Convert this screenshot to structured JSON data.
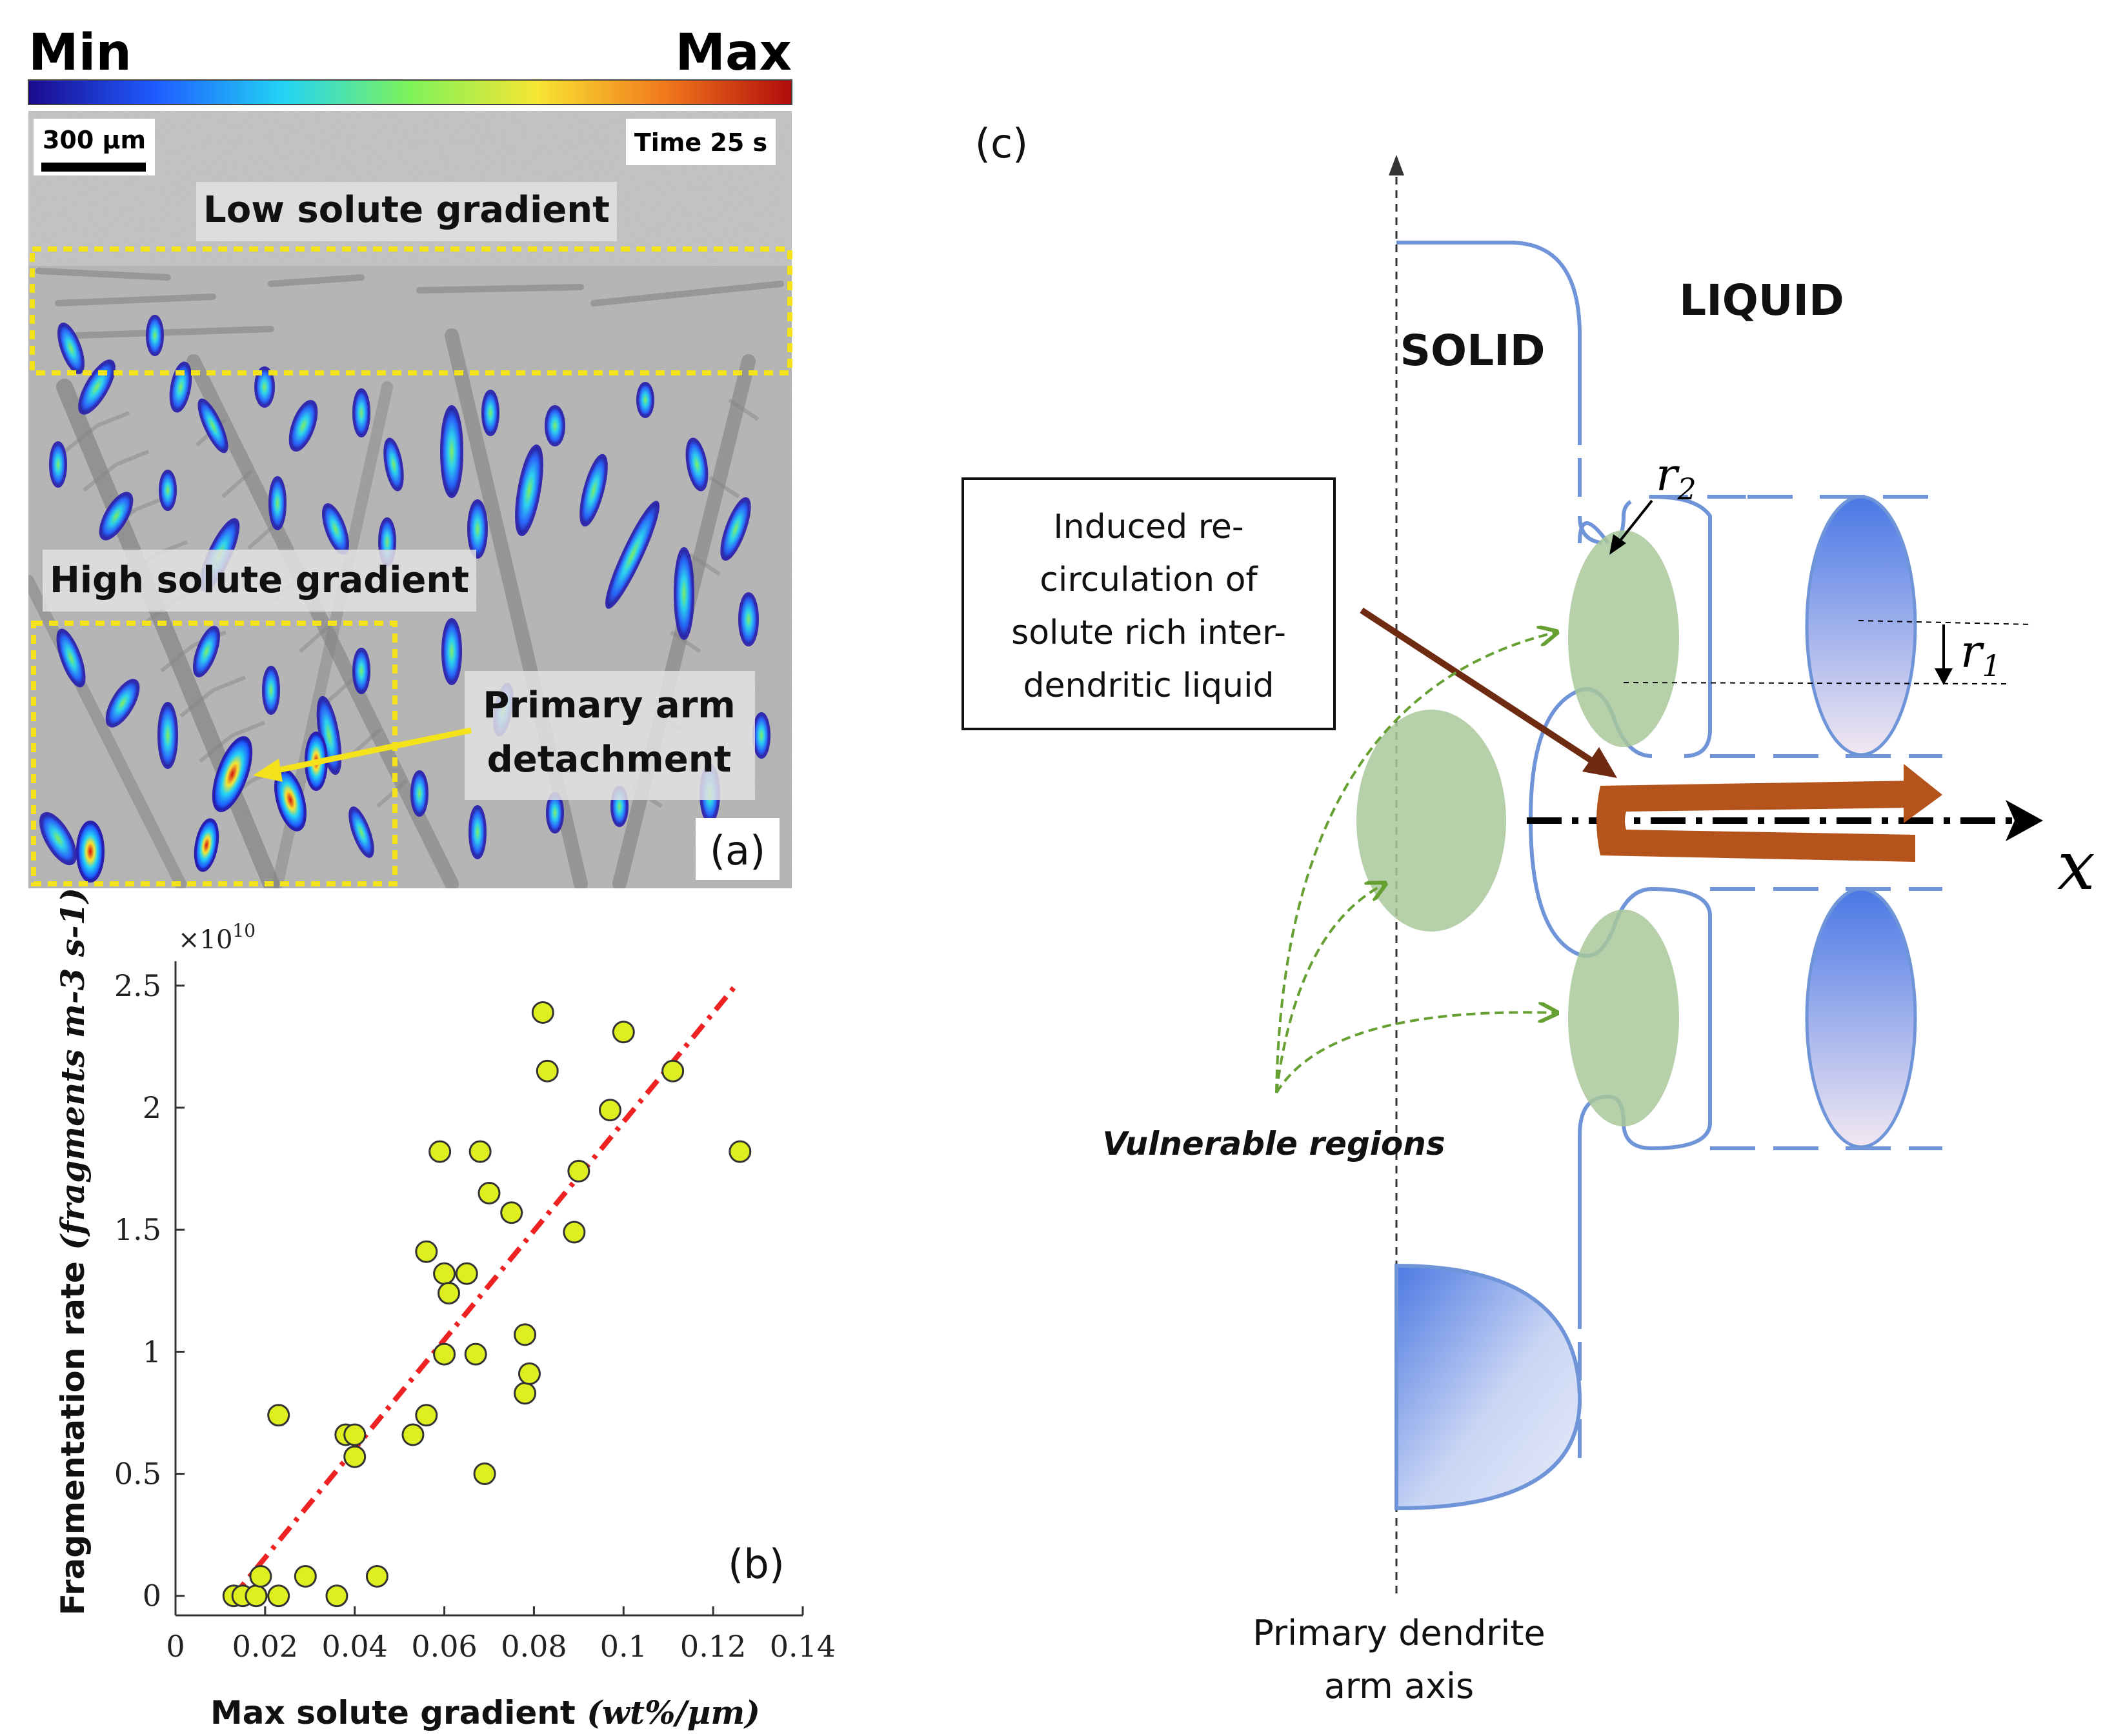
{
  "panel_a": {
    "colorbar": {
      "min_label": "Min",
      "max_label": "Max",
      "colors": [
        "#1a0a8c",
        "#1f5cff",
        "#22d3f5",
        "#7ef35a",
        "#f7e533",
        "#f2791c",
        "#b00b0b"
      ]
    },
    "scalebar_label": "300 µm",
    "time_label": "Time 25 s",
    "low_gradient_label": "Low solute gradient",
    "high_gradient_label": "High solute gradient",
    "detachment_label_line1": "Primary arm",
    "detachment_label_line2": "detachment",
    "panel_label": "(a)",
    "box_color": "#f4e21a",
    "arrow_color": "#f4e21a"
  },
  "panel_b": {
    "panel_label": "(b)",
    "point_color": "#dfee1e",
    "fit_color": "#ee2222",
    "chart_data": {
      "type": "scatter",
      "xlabel": "Max solute gradient (wt%/µm)",
      "xlabel_main": "Max solute gradient ",
      "xlabel_unit": "(wt%/µm)",
      "ylabel": "Fragmentation rate (fragments m-3 s-1)",
      "ylabel_main": "Fragmentation rate ",
      "ylabel_unit": "(fragments m-3 s-1)",
      "y_multiplier": "×10^10",
      "y_multiplier_base": "×10",
      "y_multiplier_exp": "10",
      "xlim": [
        0,
        0.14
      ],
      "ylim": [
        -0.08,
        2.6
      ],
      "x_ticks": [
        0,
        0.02,
        0.04,
        0.06,
        0.08,
        0.1,
        0.12,
        0.14
      ],
      "x_tick_labels": [
        "0",
        "0.02",
        "0.04",
        "0.06",
        "0.08",
        "0.1",
        "0.12",
        "0.14"
      ],
      "y_ticks": [
        0,
        0.5,
        1,
        1.5,
        2,
        2.5
      ],
      "y_tick_labels": [
        "0",
        "0.5",
        "1",
        "1.5",
        "2",
        "2.5"
      ],
      "points": [
        {
          "x": 0.013,
          "y": 0.0
        },
        {
          "x": 0.015,
          "y": 0.0
        },
        {
          "x": 0.018,
          "y": 0.0
        },
        {
          "x": 0.019,
          "y": 0.08
        },
        {
          "x": 0.023,
          "y": 0.0
        },
        {
          "x": 0.029,
          "y": 0.08
        },
        {
          "x": 0.036,
          "y": 0.0
        },
        {
          "x": 0.045,
          "y": 0.08
        },
        {
          "x": 0.023,
          "y": 0.74
        },
        {
          "x": 0.038,
          "y": 0.66
        },
        {
          "x": 0.04,
          "y": 0.66
        },
        {
          "x": 0.04,
          "y": 0.57
        },
        {
          "x": 0.053,
          "y": 0.66
        },
        {
          "x": 0.056,
          "y": 0.74
        },
        {
          "x": 0.056,
          "y": 1.41
        },
        {
          "x": 0.059,
          "y": 1.82
        },
        {
          "x": 0.06,
          "y": 0.99
        },
        {
          "x": 0.06,
          "y": 1.32
        },
        {
          "x": 0.061,
          "y": 1.24
        },
        {
          "x": 0.065,
          "y": 1.32
        },
        {
          "x": 0.067,
          "y": 0.99
        },
        {
          "x": 0.068,
          "y": 1.82
        },
        {
          "x": 0.069,
          "y": 0.5
        },
        {
          "x": 0.07,
          "y": 1.65
        },
        {
          "x": 0.075,
          "y": 1.57
        },
        {
          "x": 0.078,
          "y": 1.07
        },
        {
          "x": 0.078,
          "y": 0.83
        },
        {
          "x": 0.079,
          "y": 0.91
        },
        {
          "x": 0.082,
          "y": 2.39
        },
        {
          "x": 0.083,
          "y": 2.15
        },
        {
          "x": 0.089,
          "y": 1.49
        },
        {
          "x": 0.09,
          "y": 1.74
        },
        {
          "x": 0.097,
          "y": 1.99
        },
        {
          "x": 0.1,
          "y": 2.31
        },
        {
          "x": 0.111,
          "y": 2.15
        },
        {
          "x": 0.126,
          "y": 1.82
        }
      ],
      "fit_line": {
        "x": [
          0.013,
          0.125
        ],
        "y": [
          0.0,
          2.5
        ]
      },
      "grid": false,
      "legend": "none"
    }
  },
  "panel_c": {
    "panel_label": "(c)",
    "solid_label": "SOLID",
    "liquid_label": "LIQUID",
    "callout_line1": "Induced re-",
    "callout_line2": "circulation of",
    "callout_line3": "solute rich inter-",
    "callout_line4": "dendritic liquid",
    "vulnerable_label": "Vulnerable regions",
    "r2_base": "r",
    "r2_sub": "2",
    "r1_base": "r",
    "r1_sub": "1",
    "x_axis_symbol": "x",
    "axis_label_line1": "Primary dendrite",
    "axis_label_line2": "arm axis",
    "outline_color": "#6f94d8",
    "green_color": "#a9c89b",
    "flow_arrow_color": "#b5531c",
    "callout_arrow_color": "#6e2b12",
    "dashed_arrow_color": "#66a032"
  }
}
